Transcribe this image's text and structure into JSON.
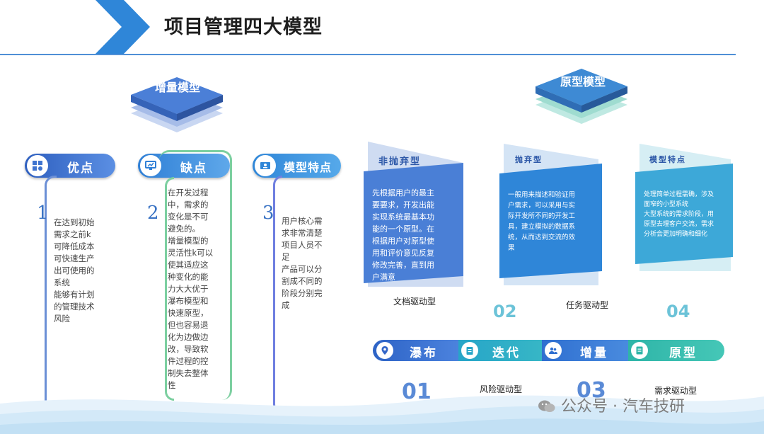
{
  "header": {
    "title": "项目管理四大模型"
  },
  "sections": {
    "incremental": "增量模型",
    "prototype": "原型模型"
  },
  "left": {
    "cols": [
      {
        "label": "优点",
        "num": "1",
        "text": [
          "在达到初始",
          "需求之前k",
          "可降低成本",
          "可快速生产",
          "出可使用的",
          "系统",
          "能够有计划",
          "的管理技术",
          "风险"
        ]
      },
      {
        "label": "缺点",
        "num": "2",
        "text": [
          "在开发过程",
          "中，需求的",
          "变化是不可",
          "避免的。",
          "增量模型的",
          "灵活性k可以",
          "使其适应这",
          "种变化的能",
          "力大大优于",
          "瀑布模型和",
          "快速原型，",
          "但也容易退",
          "化为边做边",
          "改，导致软",
          "件过程的控",
          "制失去整体",
          "性"
        ]
      },
      {
        "label": "模型特点",
        "num": "3",
        "text": [
          "用户核心需",
          "求非常清楚",
          "项目人员不",
          "足",
          "产品可以分",
          "割成不同的",
          "阶段分别完",
          "成"
        ]
      }
    ]
  },
  "right": {
    "panels": [
      {
        "head": "非抛弃型",
        "text": [
          "先根据用户的最主",
          "要要求，开发出能",
          "实现系统最基本功",
          "能的一个原型。在",
          "根据用户对原型使",
          "用和评价意见反复",
          "修改完善，直到用",
          "户满意"
        ]
      },
      {
        "head": "抛弃型",
        "text": [
          "一般用来描述和验证用",
          "户需求，可以采用与实",
          "际开发所不同的开发工",
          "具，建立模拟的数据系",
          "统，从而达到交流的效",
          "果"
        ]
      },
      {
        "head": "模型特点",
        "text": [
          "处理简单过程需确，涉及",
          "面窄的小型系统",
          "大型系统的需求阶段，用",
          "原型去理客户交流，需求",
          "分析会更加明确和细化"
        ]
      }
    ],
    "labels": {
      "doc_driven": "文档驱动型",
      "task_driven": "任务驱动型",
      "risk_driven": "风险驱动型",
      "req_driven": "需求驱动型"
    },
    "nums": {
      "n01": "01",
      "n02": "02",
      "n03": "03",
      "n04": "04"
    }
  },
  "stages": [
    "瀑布",
    "迭代",
    "增量",
    "原型"
  ],
  "watermark": "公众号 · 汽车技研",
  "colors": {
    "blue": "#3f74cf",
    "teal": "#2fb5a8",
    "darkblue": "#2d58a8"
  }
}
